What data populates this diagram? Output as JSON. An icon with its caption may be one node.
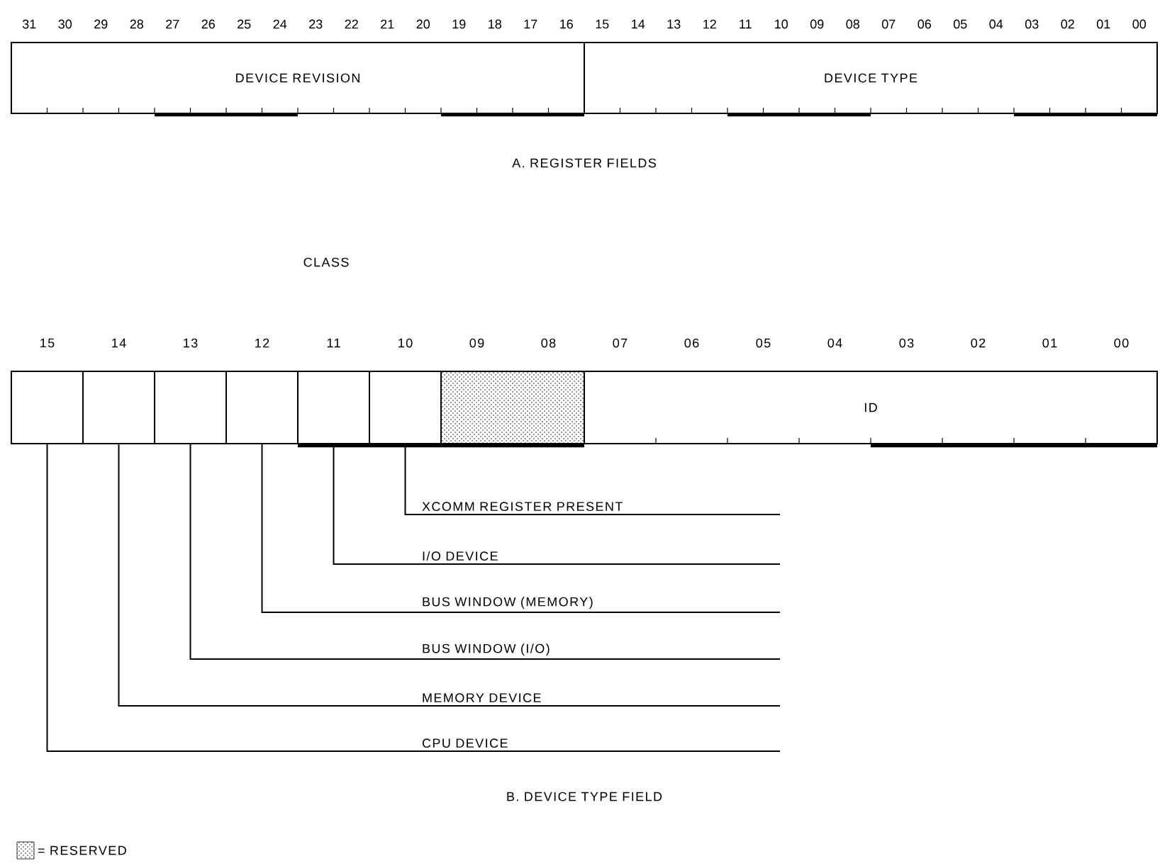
{
  "diagram": {
    "nodes": [
      {
        "text": [
          "DEVICE REVISION"
        ]
      },
      {
        "text": [
          "DEVICE TYPE"
        ]
      },
      {
        "text": [],
        "shape": "box"
      },
      {
        "text": [],
        "shape": "box"
      },
      {
        "text": [],
        "shape": "box"
      },
      {
        "text": [],
        "shape": "box"
      },
      {
        "text": [],
        "shape": "box"
      },
      {
        "text": [],
        "shape": "box"
      },
      {
        "text": [],
        "shape": "box"
      },
      {
        "text": [
          "ID"
        ]
      },
      {
        "text": [
          "XCOMM REGISTER PRESENT"
        ]
      },
      {
        "text": [
          "I/O DEVICE"
        ]
      },
      {
        "text": [
          "BUS WINDOW (MEMORY)"
        ]
      },
      {
        "text": [
          "BUS WINDOW (I/O)"
        ]
      },
      {
        "text": [
          "MEMORY DEVICE"
        ]
      },
      {
        "text": [
          "CPU DEVICE"
        ]
      }
    ],
    "edges": [
      {
        "from": 10,
        "to": 7,
        "arrow": "none"
      },
      {
        "from": 11,
        "to": 6,
        "arrow": "none"
      },
      {
        "from": 12,
        "to": 5,
        "arrow": "none"
      },
      {
        "from": 13,
        "to": 4,
        "arrow": "none"
      },
      {
        "from": 14,
        "to": 3,
        "arrow": "none"
      },
      {
        "from": 15,
        "to": 2,
        "arrow": "none"
      }
    ],
    "labels": [
      "31",
      "30",
      "29",
      "28",
      "27",
      "26",
      "25",
      "24",
      "23",
      "22",
      "21",
      "20",
      "19",
      "18",
      "17",
      "16",
      "15",
      "14",
      "13",
      "12",
      "11",
      "10",
      "09",
      "08",
      "07",
      "06",
      "05",
      "04",
      "03",
      "02",
      "01",
      "00",
      "A. REGISTER FIELDS",
      "CLASS",
      "15",
      "14",
      "13",
      "12",
      "11",
      "10",
      "09",
      "08",
      "07",
      "06",
      "05",
      "04",
      "03",
      "02",
      "01",
      "00",
      "B. DEVICE TYPE FIELD"
    ],
    "legend": [
      {
        "text": "= RESERVED"
      }
    ]
  }
}
